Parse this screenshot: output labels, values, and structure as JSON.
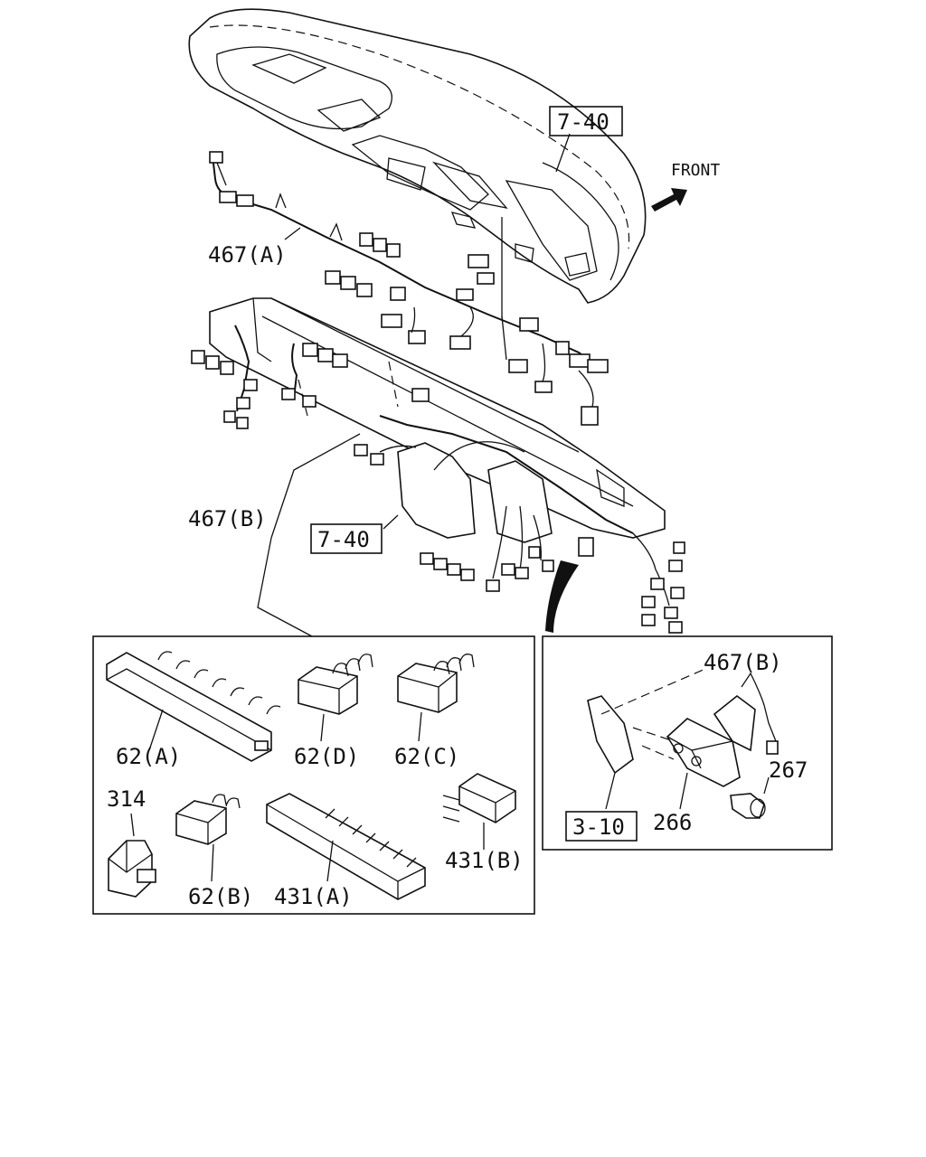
{
  "refs": {
    "ref_7_40_top": "7-40",
    "ref_7_40_mid": "7-40",
    "ref_3_10": "3-10"
  },
  "front_label": "FRONT",
  "main_labels": {
    "harness_a": "467(A)",
    "harness_b": "467(B)"
  },
  "inset_left_labels": {
    "relay_62a": "62(A)",
    "relay_62d": "62(D)",
    "relay_62c": "62(C)",
    "relay_62b": "62(B)",
    "part_314": "314",
    "fuse_431a": "431(A)",
    "fuse_431b": "431(B)"
  },
  "inset_right_labels": {
    "harness_b": "467(B)",
    "bracket_266": "266",
    "bolt_267": "267"
  }
}
